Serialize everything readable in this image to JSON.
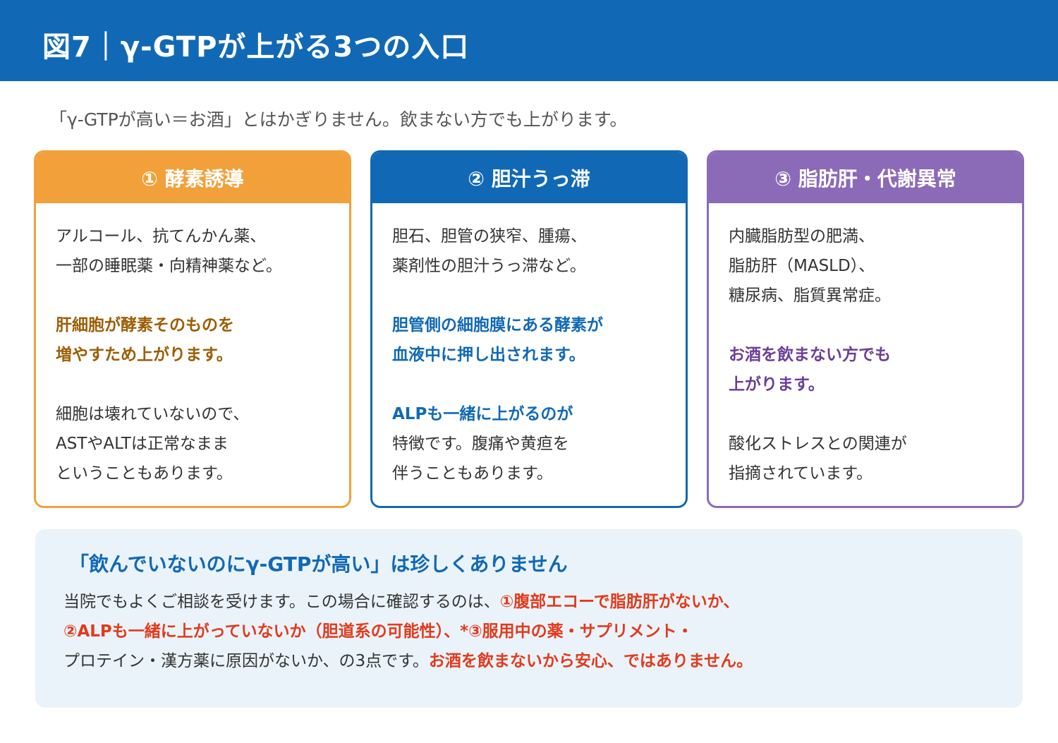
{
  "header": {
    "title": "図7｜γ-GTPが上がる3つの入口",
    "background": "#1169b5"
  },
  "subtitle": "「γ-GTPが高い＝お酒」とはかぎりません。飲まない方でも上がります。",
  "cards": [
    {
      "title": "① 酵素誘導",
      "color": "#f2a03a",
      "lines": [
        {
          "text": "アルコール、抗てんかん薬、",
          "bold": false
        },
        {
          "text": "一部の睡眠薬・向精神薬など。",
          "bold": false
        },
        {
          "text": "",
          "bold": false
        },
        {
          "text": "肝細胞が酵素そのものを",
          "bold": true
        },
        {
          "text": "増やすため上がります。",
          "bold": true
        },
        {
          "text": "",
          "bold": false
        },
        {
          "text": "細胞は壊れていないので、",
          "bold": false
        },
        {
          "text": "ASTやALTは正常なまま",
          "bold": false
        },
        {
          "text": "ということもあります。",
          "bold": false
        }
      ]
    },
    {
      "title": "② 胆汁うっ滞",
      "color": "#1169b5",
      "lines": [
        {
          "text": "胆石、胆管の狭窄、腫瘍、",
          "bold": false
        },
        {
          "text": "薬剤性の胆汁うっ滞など。",
          "bold": false
        },
        {
          "text": "",
          "bold": false
        },
        {
          "text": "胆管側の細胞膜にある酵素が",
          "bold": true
        },
        {
          "text": "血液中に押し出されます。",
          "bold": true
        },
        {
          "text": "",
          "bold": false
        },
        {
          "text": "ALPも一緒に上がるのが",
          "bold": true
        },
        {
          "text": "特徴です。腹痛や黄疸を",
          "bold": false
        },
        {
          "text": "伴うこともあります。",
          "bold": false
        }
      ]
    },
    {
      "title": "③ 脂肪肝・代謝異常",
      "color": "#8b6bb8",
      "lines": [
        {
          "text": "内臓脂肪型の肥満、",
          "bold": false
        },
        {
          "text": "脂肪肝（MASLD）、",
          "bold": false
        },
        {
          "text": "糖尿病、脂質異常症。",
          "bold": false
        },
        {
          "text": "",
          "bold": false
        },
        {
          "text": "お酒を飲まない方でも",
          "bold": true
        },
        {
          "text": "上がります。",
          "bold": true
        },
        {
          "text": "",
          "bold": false
        },
        {
          "text": "酸化ストレスとの関連が",
          "bold": false
        },
        {
          "text": "指摘されています。",
          "bold": false
        }
      ]
    }
  ],
  "note": {
    "title": "「飲んでいないのにγ-GTPが高い」は珍しくありません",
    "line1_plain": "当院でもよくご相談を受けます。この場合に確認するのは、",
    "line1_red": "①腹部エコーで脂肪肝がないか、",
    "line2_red": "②ALPも一緒に上がっていないか（胆道系の可能性）、*③服用中の薬・サプリメント・",
    "line3_plain": "プロテイン・漢方薬に原因がないか、の3点です。",
    "line3_red": "お酒を飲まないから安心、ではありません。"
  },
  "colors": {
    "accent_red": "#e23a1c",
    "note_bg": "#eaf3f9"
  }
}
